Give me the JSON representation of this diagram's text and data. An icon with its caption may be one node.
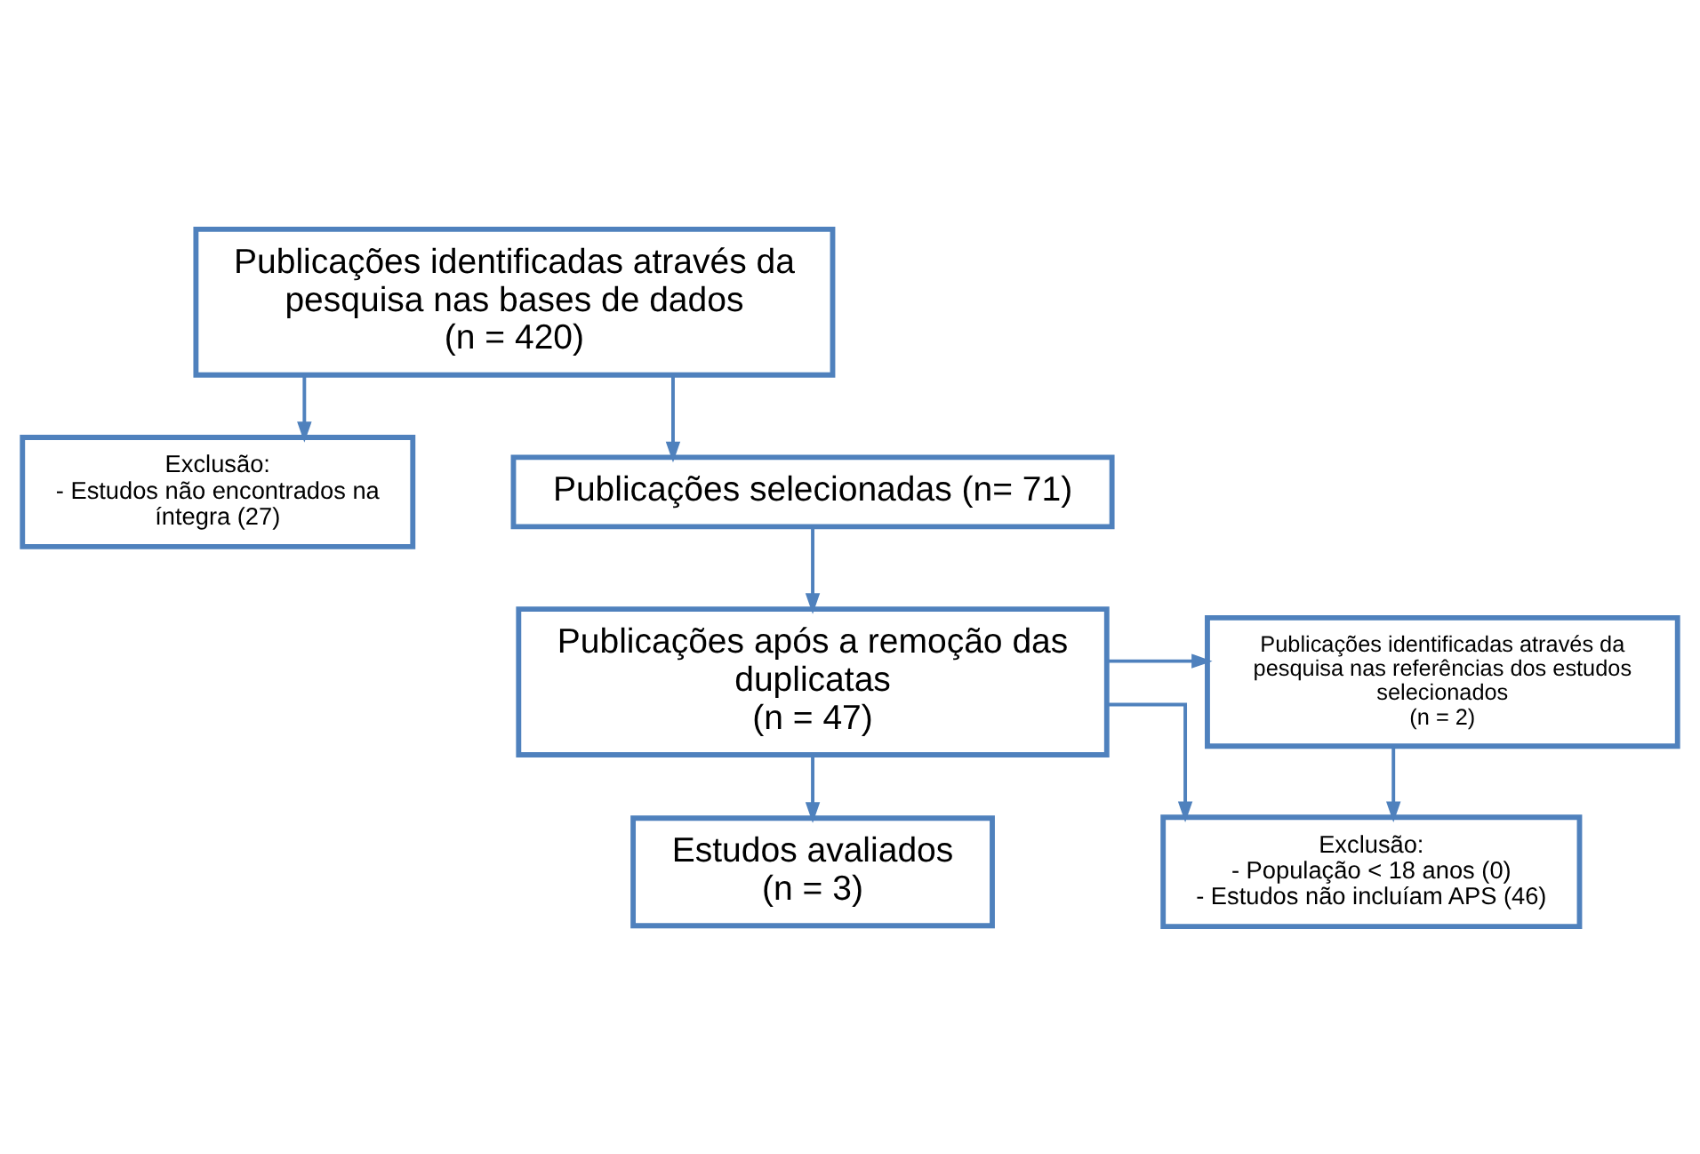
{
  "diagram": {
    "nodes": [
      {
        "text": [
          "Publicações identificadas através da pesquisa nas bases de dados",
          "(n = 420)"
        ]
      },
      {
        "text": [
          "Exclusão:",
          "- Estudos não encontrados na íntegra (27)"
        ]
      },
      {
        "text": [
          "Publicações selecionadas (n= 71)"
        ]
      },
      {
        "text": [
          "Publicações após a remoção das duplicatas",
          "(n = 47)"
        ]
      },
      {
        "text": [
          "Publicações identificadas através da pesquisa nas referências dos estudos selecionados",
          "(n = 2)"
        ]
      },
      {
        "text": [
          "Exclusão:",
          "- População < 18 anos (0)",
          "- Estudos não incluíam APS (46)"
        ]
      },
      {
        "text": [
          "Estudos avaliados",
          "(n = 3)"
        ]
      }
    ],
    "edges": [
      {
        "from": 0,
        "to": 2,
        "arrow": "to"
      },
      {
        "from": 0,
        "to": 1,
        "arrow": "to"
      },
      {
        "from": 2,
        "to": 3,
        "arrow": "to"
      },
      {
        "from": 3,
        "to": 4,
        "arrow": "to"
      },
      {
        "from": 4,
        "to": 5,
        "arrow": "to"
      },
      {
        "from": 3,
        "to": 6,
        "arrow": "to"
      },
      {
        "from": 3,
        "to": 5,
        "arrow": "to"
      }
    ]
  }
}
